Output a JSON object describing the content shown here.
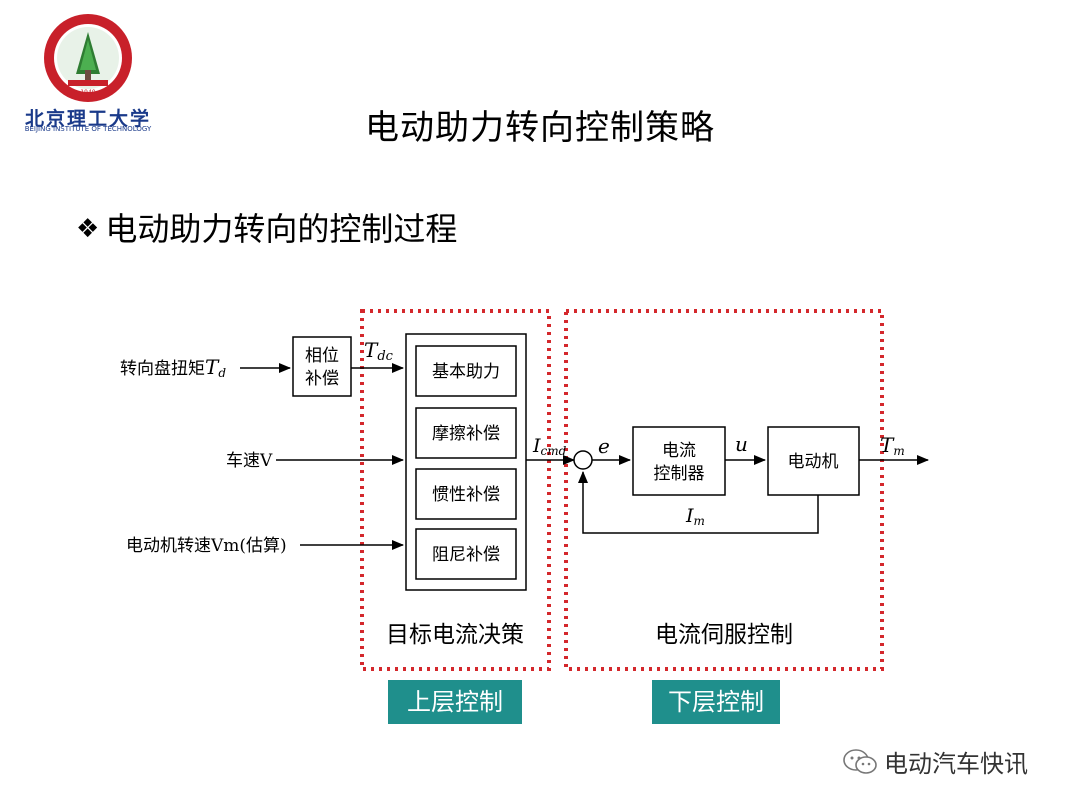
{
  "logo": {
    "university_name": "北京理工大学",
    "english_name": "BEIJING INSTITUTE OF TECHNOLOGY",
    "year": "1940"
  },
  "slide": {
    "title": "电动助力转向控制策略",
    "bullet": "电动助力转向的控制过程",
    "bullet_icon": "diamond-bullet-icon"
  },
  "diagram": {
    "inputs": {
      "steering_torque": "转向盘扭矩",
      "steering_torque_symbol": "T",
      "steering_torque_sub": "d",
      "vehicle_speed": "车速V",
      "motor_speed": "电动机转速Vm(估算)"
    },
    "phase_block": {
      "line1": "相位",
      "line2": "补偿"
    },
    "tdc": {
      "symbol": "T",
      "sub": "dc"
    },
    "decision_blocks": [
      "基本助力",
      "摩擦补偿",
      "惯性补偿",
      "阻尼补偿"
    ],
    "icmd": {
      "symbol": "I",
      "sub": "cmd"
    },
    "error_symbol": "e",
    "current_controller": {
      "line1": "电流",
      "line2": "控制器"
    },
    "u_symbol": "u",
    "motor_block": "电动机",
    "tm": {
      "symbol": "T",
      "sub": "m"
    },
    "im": {
      "symbol": "I",
      "sub": "m"
    },
    "upper_group_label": "目标电流决策",
    "lower_group_label": "电流伺服控制"
  },
  "tags": {
    "upper": "上层控制",
    "lower": "下层控制"
  },
  "watermark": {
    "text": "电动汽车快讯",
    "icon": "wechat-icon"
  },
  "colors": {
    "dotted_border": "#d4282c",
    "tag_bg": "#1f8f8c",
    "tag_text": "#ffffff",
    "logo_red": "#c8202a",
    "logo_green": "#2e7d32"
  }
}
